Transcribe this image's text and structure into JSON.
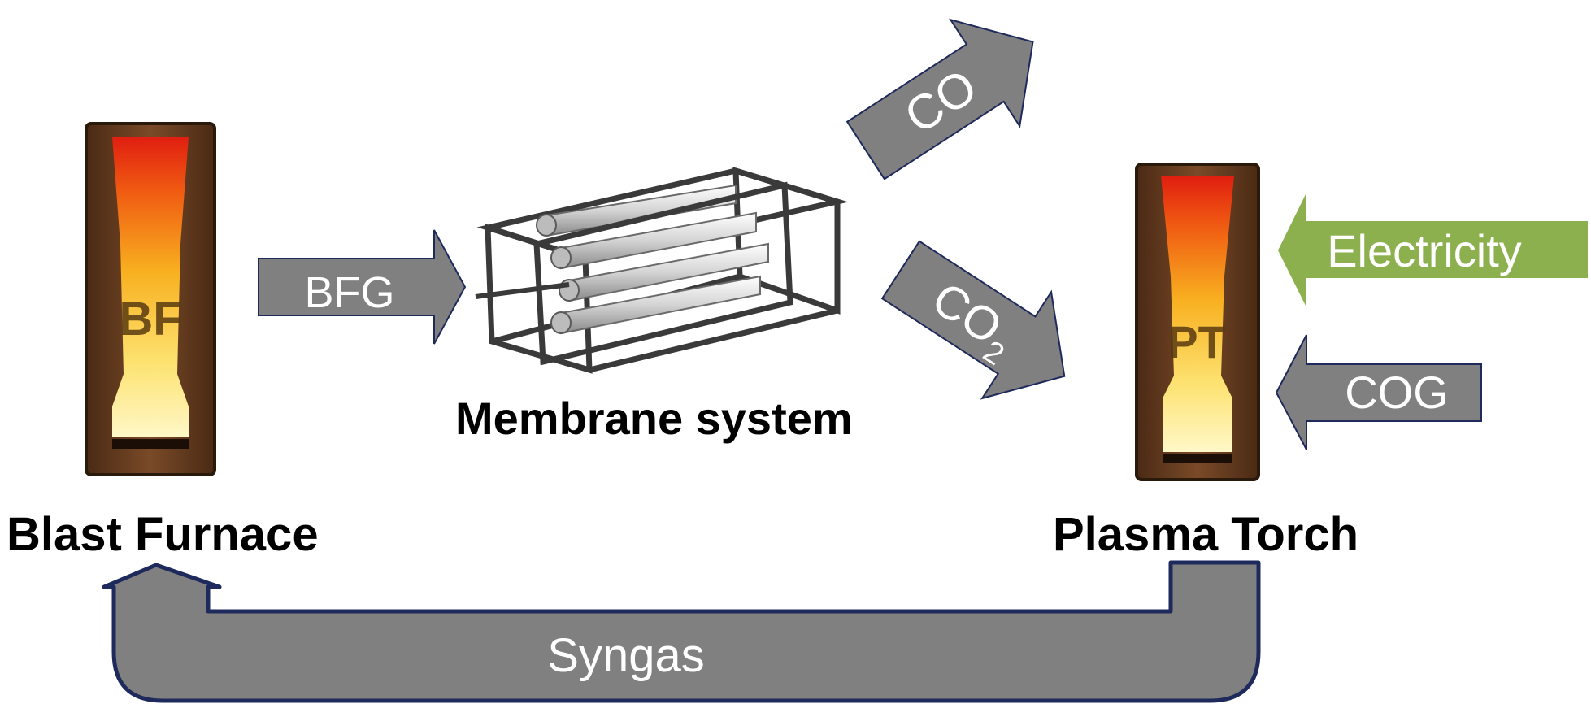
{
  "labels": {
    "blast_furnace": "Blast Furnace",
    "plasma_torch": "Plasma Torch",
    "membrane_system": "Membrane system",
    "bf_abbrev": "BF",
    "pt_abbrev": "PT"
  },
  "flows": {
    "bfg": "BFG",
    "co": "CO",
    "co2_main": "CO",
    "co2_sub": "2",
    "electricity": "Electricity",
    "cog": "COG",
    "syngas": "Syngas"
  },
  "colors": {
    "arrow_gray": "#808080",
    "arrow_outline": "#1f2a5c",
    "electricity_green": "#8db04f",
    "reactor_frame": "#6b3e22",
    "flame_top": "#e02a10",
    "flame_mid": "#f7a820",
    "flame_bottom": "#fff4a8"
  }
}
